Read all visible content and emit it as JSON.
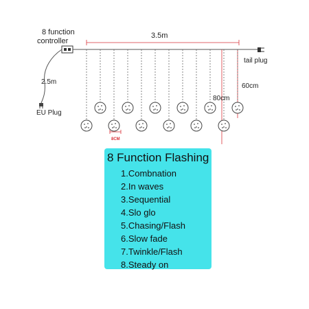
{
  "labels": {
    "controller": [
      "8 function",
      "controller"
    ],
    "length_total": "3.5m",
    "lead_length": "2.5m",
    "eu_plug": "EU Plug",
    "tail_plug": "tail plug",
    "drop_long": "80cm",
    "drop_short": "60cm",
    "ball_size": "8CM"
  },
  "strands": {
    "count": 12,
    "pattern": [
      "long",
      "short",
      "long",
      "short",
      "long",
      "short",
      "long",
      "short",
      "long",
      "short",
      "long",
      "short"
    ]
  },
  "functions": {
    "title": "8 Function Flashing",
    "items": [
      "1.Combnation",
      "2.In waves",
      "3.Sequential",
      "4.Slo glo",
      "5.Chasing/Flash",
      "6.Slow fade",
      "7.Twinkle/Flash",
      "8.Steady on"
    ]
  },
  "colors": {
    "panel_bg": "#45e3ea",
    "dimension_red": "#d9333a",
    "wire": "#555555",
    "ball_stroke": "#444444"
  }
}
